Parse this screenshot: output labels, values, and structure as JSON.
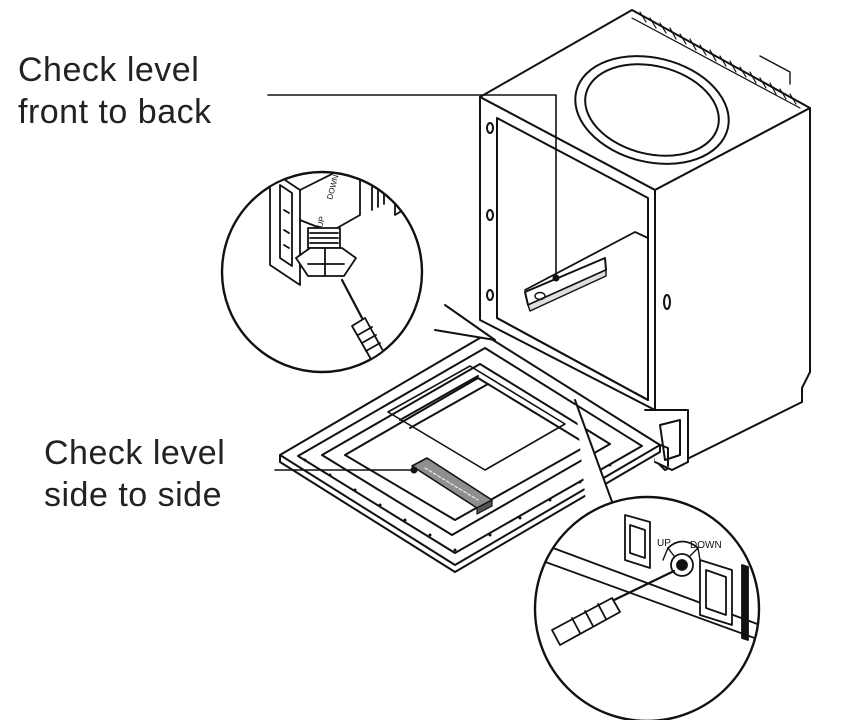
{
  "labels": {
    "front_to_back": {
      "line1": "Check level",
      "line2": "front to back"
    },
    "side_to_side": {
      "line1": "Check level",
      "line2": "side to side"
    }
  },
  "detail_bottom": {
    "up": "UP",
    "down": "DOWN"
  },
  "colors": {
    "line": "#111111",
    "text": "#222222",
    "level_gray": "#8f8f8f",
    "background": "#ffffff"
  }
}
